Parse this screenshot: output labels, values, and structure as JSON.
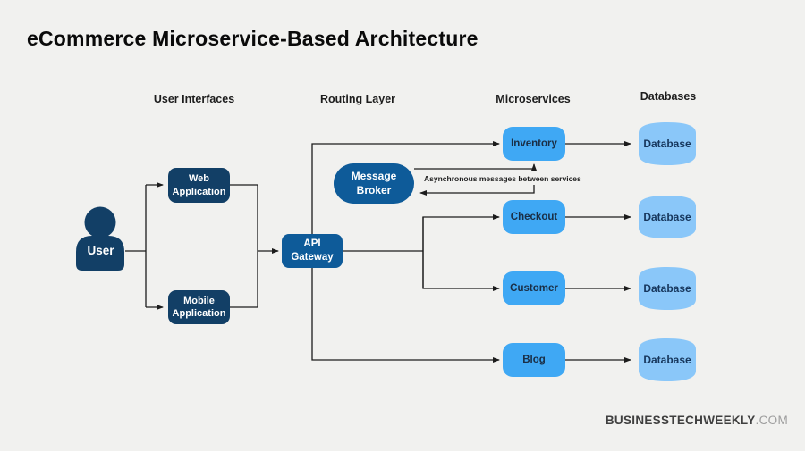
{
  "title": "eCommerce Microservice-Based Architecture",
  "columns": [
    {
      "label": "User Interfaces"
    },
    {
      "label": "Routing Layer"
    },
    {
      "label": "Microservices"
    },
    {
      "label": "Databases"
    }
  ],
  "nodes": {
    "user": {
      "label": "User"
    },
    "web_app": {
      "label": "Web Application"
    },
    "mobile_app": {
      "label": "Mobile Application"
    },
    "api_gateway": {
      "label": "API Gateway"
    },
    "message_broker": {
      "label": "Message Broker"
    },
    "services": [
      {
        "label": "Inventory"
      },
      {
        "label": "Checkout"
      },
      {
        "label": "Customer"
      },
      {
        "label": "Blog"
      }
    ],
    "databases": [
      {
        "label": "Database"
      },
      {
        "label": "Database"
      },
      {
        "label": "Database"
      },
      {
        "label": "Database"
      }
    ]
  },
  "annotations": {
    "async": "Asynchronous messages between services"
  },
  "watermark": {
    "bold": "BUSINESSTECHWEEKLY",
    "light": ".COM"
  },
  "colors": {
    "background": "#f1f1ef",
    "dark_navy": "#123f66",
    "medium_blue": "#0e5b99",
    "service_blue": "#3fa8f4",
    "database_blue": "#8ac7f9",
    "line": "#1c1c1c",
    "title_text": "#0a0a0a"
  }
}
